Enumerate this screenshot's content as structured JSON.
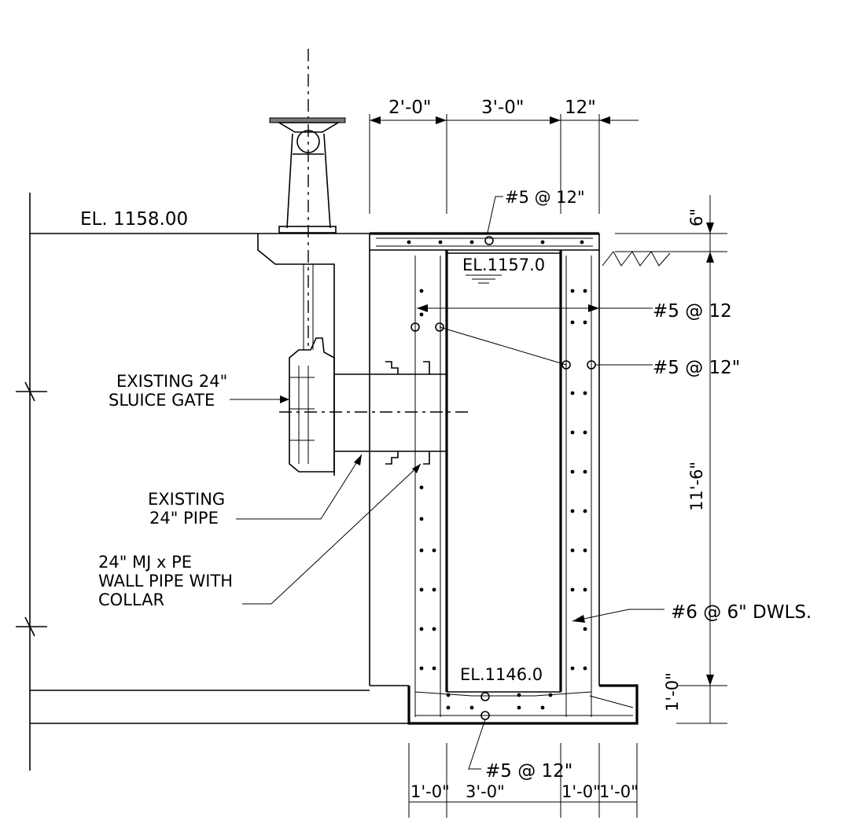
{
  "labels": {
    "el_top": "EL. 1158.00",
    "el_water": "EL.1157.0",
    "el_bottom": "EL.1146.0",
    "sluice_line1": "EXISTING 24\"",
    "sluice_line2": "SLUICE GATE",
    "pipe_line1": "EXISTING",
    "pipe_line2": "24\" PIPE",
    "wallpipe_line1": "24\" MJ x PE",
    "wallpipe_line2": "WALL PIPE WITH",
    "wallpipe_line3": "COLLAR",
    "rebar_top": "#5 @ 12\"",
    "rebar_horiz": "#5 @ 12",
    "rebar_ew": "#5 @ 12\"",
    "dowels": "#6 @ 6\" DWLS.",
    "rebar_bottom": "#5 @ 12\""
  },
  "dimensions": {
    "top_left": "2'-0\"",
    "top_mid": "3'-0\"",
    "top_right": "12\"",
    "right_top": "6\"",
    "right_mid": "11'-6\"",
    "right_bottom": "1'-0\"",
    "bottom_1": "1'-0\"",
    "bottom_2": "3'-0\"",
    "bottom_3": "1'-0\"",
    "bottom_4": "1'-0\""
  }
}
